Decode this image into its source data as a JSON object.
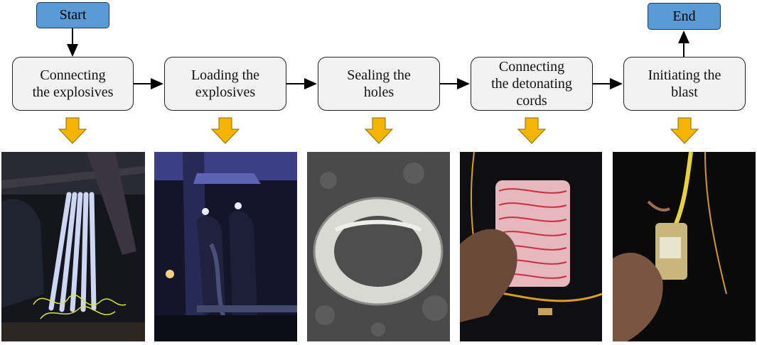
{
  "start_label": "Start",
  "end_label": "End",
  "steps": [
    {
      "lines": [
        "Connecting",
        "the explosives"
      ],
      "photo": "operator-connecting-explosive-tubes"
    },
    {
      "lines": [
        "Loading the",
        "explosives"
      ],
      "photo": "miners-with-headlamps-loading-explosives"
    },
    {
      "lines": [
        "Sealing the",
        "holes"
      ],
      "photo": "coiled-sealing-bag-on-rock-floor"
    },
    {
      "lines": [
        "Connecting",
        "the detonating",
        "cords"
      ],
      "photo": "hand-holding-red-white-cord-spool"
    },
    {
      "lines": [
        "Initiating the",
        "blast"
      ],
      "photo": "hand-holding-yellow-initiator-with-leads"
    }
  ],
  "colors": {
    "terminal": "#5b9bd5",
    "step_fill": "#f2f2f2",
    "down_arrow": "#f5b400",
    "connector": "#000000"
  }
}
